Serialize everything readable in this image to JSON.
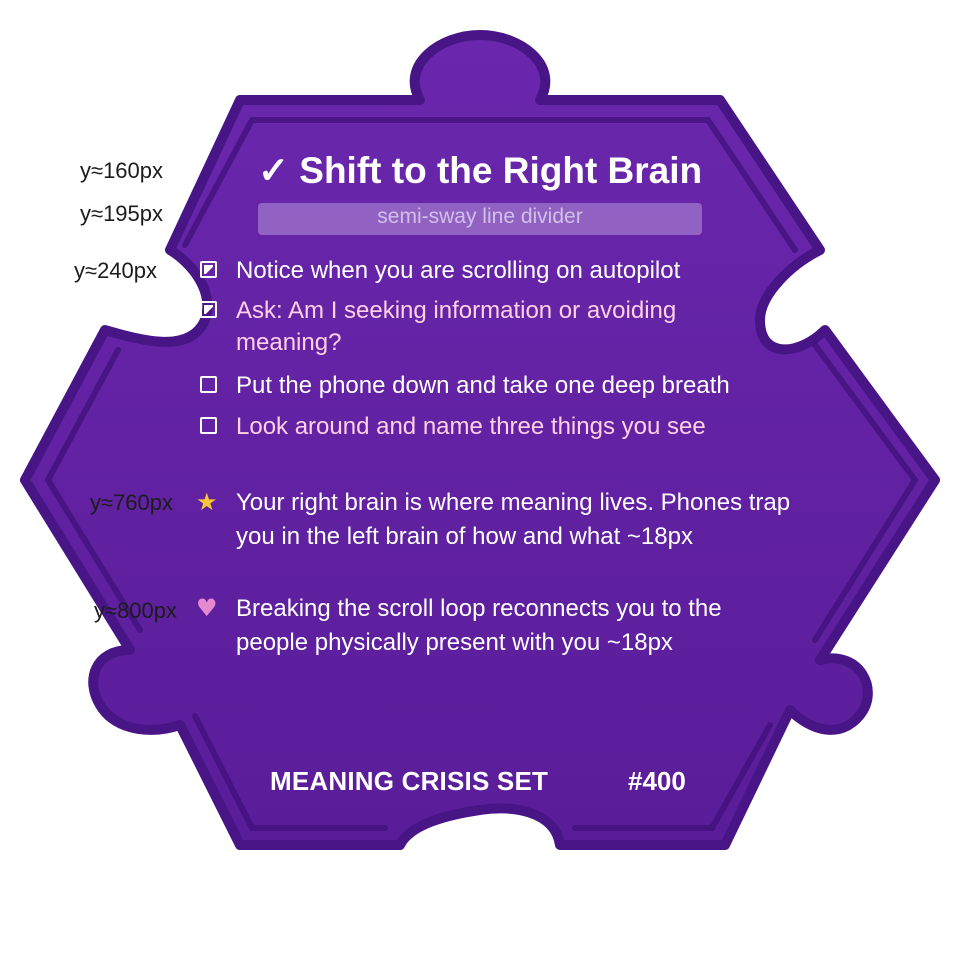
{
  "card": {
    "title": "✓ Shift to the Right Brain",
    "divider_text": "semi-sway line divider",
    "checklist": [
      {
        "text": "Notice when you are scrolling on autopilot",
        "checked": true
      },
      {
        "text": "Ask: Am I seeking information or avoiding meaning?",
        "checked": true
      },
      {
        "text": "Put the phone down and take one deep breath",
        "checked": false
      },
      {
        "text": "Look around and name three things you see",
        "checked": false
      }
    ],
    "notes": [
      {
        "icon": "star-icon",
        "text": "Your right brain is where meaning lives. Phones trap you in the left brain of how and what ~18px"
      },
      {
        "icon": "heart-icon",
        "text": "Breaking the scroll loop reconnects you to the people physically present with you ~18px"
      }
    ],
    "footer": {
      "set_name": "MEANING CRISIS SET",
      "number": "#400"
    }
  },
  "annotations": {
    "title_y": "y≈160px",
    "divider_y": "y≈195px",
    "checklist_y": "y≈240px",
    "note1_y": "y≈760px",
    "note2_y": "y≈800px"
  },
  "colors": {
    "card_fill": "#5c1f9c",
    "card_border": "#4a1684",
    "inner_outline": "#3f1178",
    "highlight_text": "#ffd0e6",
    "star": "#f6c932",
    "heart": "#e58ad0"
  }
}
